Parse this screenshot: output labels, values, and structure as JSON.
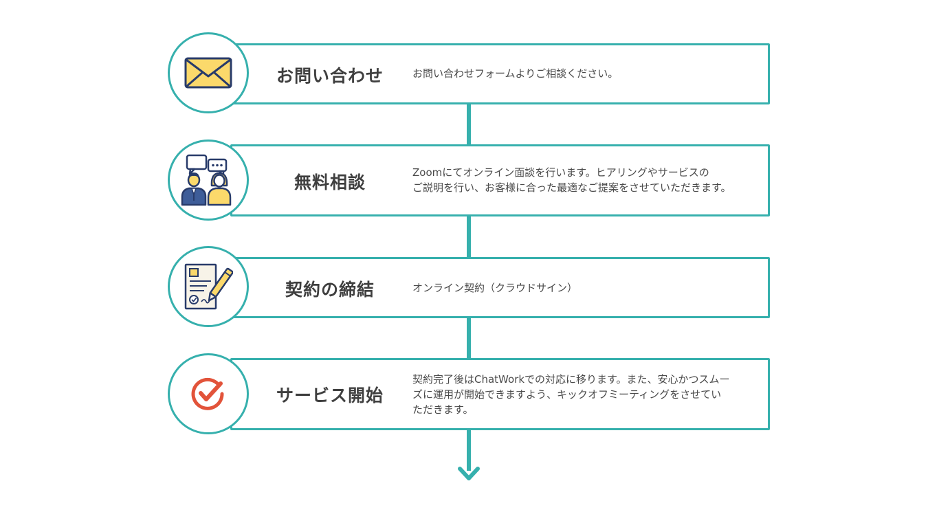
{
  "colors": {
    "accent": "#36b0ad",
    "title_text": "#3f3f3f",
    "body_text": "#4a4a4a",
    "envelope": "#fbd96b",
    "navy": "#283b6a",
    "check": "#e2533a"
  },
  "steps": [
    {
      "title": "お問い合わせ",
      "description": "お問い合わせフォームよりご相談ください。",
      "icon": "envelope-icon"
    },
    {
      "title": "無料相談",
      "description": "Zoomにてオンライン面談を行います。ヒアリングやサービスの\nご説明を行い、お客様に合った最適なご提案をさせていただきます。",
      "icon": "consultation-people-icon"
    },
    {
      "title": "契約の締結",
      "description": "オンライン契約（クラウドサイン）",
      "icon": "contract-sign-icon"
    },
    {
      "title": "サービス開始",
      "description": "契約完了後はChatWorkでの対応に移ります。また、安心かつスムー\nズに運用が開始できますよう、キックオフミーティングをさせてい\nただきます。",
      "icon": "check-circle-icon"
    }
  ]
}
